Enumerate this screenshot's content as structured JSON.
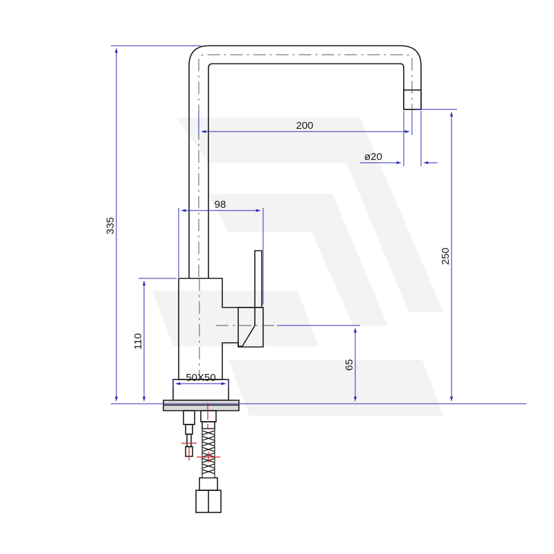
{
  "dimensions": {
    "overall_height": "335",
    "spout_reach": "200",
    "outlet_diameter": "ø20",
    "body_width": "98",
    "body_height": "110",
    "base_size": "50X50",
    "handle_height": "65",
    "spout_height": "250"
  },
  "colors": {
    "outline": "#1a1a1a",
    "dimension": "#2b2bb8",
    "centerline": "#cc2222",
    "watermark": "#f2f2f2"
  }
}
